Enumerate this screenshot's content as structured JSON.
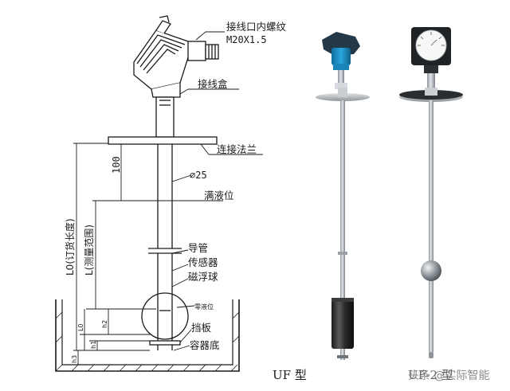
{
  "diagram": {
    "labels": {
      "thread_note": "接线口内螺纹",
      "thread_spec": "M20X1.5",
      "junction_box": "接线盒",
      "flange": "连接法兰",
      "dim_100": "100",
      "pipe_dia": "⌀25",
      "full_level": "满液位",
      "guide_pipe": "导管",
      "sensor": "传感器",
      "float_ball": "磁浮球",
      "zero_level": "零液位",
      "baffle": "挡板",
      "vessel_bottom": "容器底",
      "order_length": "L0(订货长度)",
      "measure_range": "L(测量范围)",
      "dim_l0": "L0",
      "dim_h2": "h2",
      "dim_h1": "h1",
      "dim_h3": "h3"
    },
    "captions": {
      "left": "UF 型",
      "right": "UF-2 型"
    },
    "watermark": "头条 @实际智能",
    "colors": {
      "head_blue": "#1b8fc7",
      "head_cap": "#2a4a5e",
      "steel": "#b8bec4",
      "line": "#1a1a1a"
    }
  }
}
